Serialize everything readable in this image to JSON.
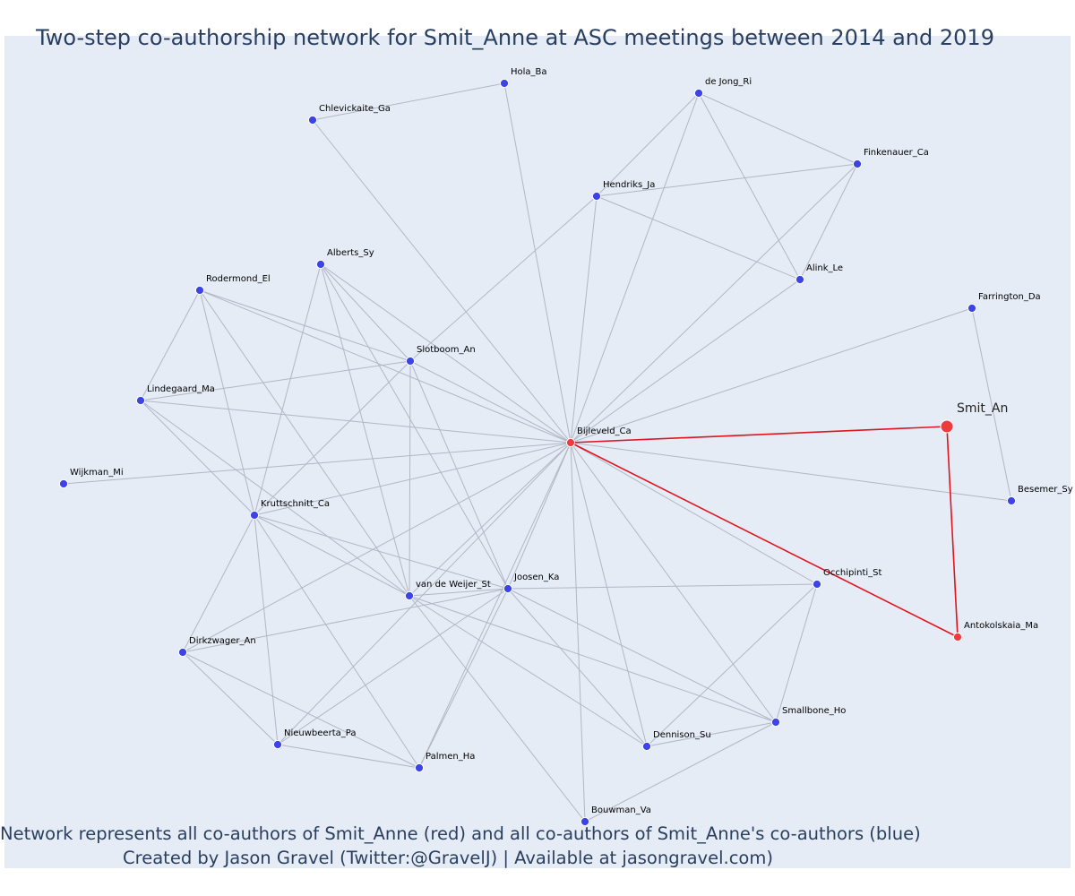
{
  "title": "Two-step co-authorship network for Smit_Anne at ASC meetings between 2014 and 2019",
  "caption": {
    "line1": "Network represents all co-authors of Smit_Anne (red) and all co-authors of Smit_Anne's co-authors (blue)",
    "line2": "Created by Jason Gravel (Twitter:@GravelJ) | Available at jasongravel.com)"
  },
  "colors": {
    "background": "#e5ecf6",
    "edge": "#b3b6c4",
    "ego_edge": "#e0141e",
    "first_degree_node": "#ef3b3b",
    "second_degree_node": "#3c44e6",
    "title_text": "#2a3f5f"
  },
  "nodes": [
    {
      "id": "Hola_Ba",
      "group": "second"
    },
    {
      "id": "de Jong_Ri",
      "group": "second"
    },
    {
      "id": "Chlevickaite_Ga",
      "group": "second"
    },
    {
      "id": "Finkenauer_Ca",
      "group": "second"
    },
    {
      "id": "Hendriks_Ja",
      "group": "second"
    },
    {
      "id": "Alberts_Sy",
      "group": "second"
    },
    {
      "id": "Alink_Le",
      "group": "second"
    },
    {
      "id": "Rodermond_El",
      "group": "second"
    },
    {
      "id": "Farrington_Da",
      "group": "second"
    },
    {
      "id": "Slotboom_An",
      "group": "second"
    },
    {
      "id": "Lindegaard_Ma",
      "group": "second"
    },
    {
      "id": "Smit_An",
      "group": "ego"
    },
    {
      "id": "Bijleveld_Ca",
      "group": "first"
    },
    {
      "id": "Wijkman_Mi",
      "group": "second"
    },
    {
      "id": "Besemer_Sy",
      "group": "second"
    },
    {
      "id": "Kruttschnitt_Ca",
      "group": "second"
    },
    {
      "id": "Occhipinti_St",
      "group": "second"
    },
    {
      "id": "Joosen_Ka",
      "group": "second"
    },
    {
      "id": "van de Weijer_St",
      "group": "second"
    },
    {
      "id": "Antokolskaia_Ma",
      "group": "first"
    },
    {
      "id": "Dirkzwager_An",
      "group": "second"
    },
    {
      "id": "Smallbone_Ho",
      "group": "second"
    },
    {
      "id": "Nieuwbeerta_Pa",
      "group": "second"
    },
    {
      "id": "Dennison_Su",
      "group": "second"
    },
    {
      "id": "Palmen_Ha",
      "group": "second"
    },
    {
      "id": "Bouwman_Va",
      "group": "second"
    }
  ],
  "ego_edges": [
    [
      "Smit_An",
      "Bijleveld_Ca"
    ],
    [
      "Smit_An",
      "Antokolskaia_Ma"
    ],
    [
      "Bijleveld_Ca",
      "Antokolskaia_Ma"
    ]
  ],
  "edges": [
    [
      "Hola_Ba",
      "Chlevickaite_Ga"
    ],
    [
      "Hola_Ba",
      "Bijleveld_Ca"
    ],
    [
      "Chlevickaite_Ga",
      "Bijleveld_Ca"
    ],
    [
      "de Jong_Ri",
      "Hendriks_Ja"
    ],
    [
      "de Jong_Ri",
      "Finkenauer_Ca"
    ],
    [
      "de Jong_Ri",
      "Alink_Le"
    ],
    [
      "de Jong_Ri",
      "Bijleveld_Ca"
    ],
    [
      "Hendriks_Ja",
      "Finkenauer_Ca"
    ],
    [
      "Hendriks_Ja",
      "Alink_Le"
    ],
    [
      "Hendriks_Ja",
      "Bijleveld_Ca"
    ],
    [
      "Hendriks_Ja",
      "Slotboom_An"
    ],
    [
      "Finkenauer_Ca",
      "Alink_Le"
    ],
    [
      "Finkenauer_Ca",
      "Bijleveld_Ca"
    ],
    [
      "Alink_Le",
      "Bijleveld_Ca"
    ],
    [
      "Farrington_Da",
      "Bijleveld_Ca"
    ],
    [
      "Farrington_Da",
      "Besemer_Sy"
    ],
    [
      "Besemer_Sy",
      "Bijleveld_Ca"
    ],
    [
      "Alberts_Sy",
      "Slotboom_An"
    ],
    [
      "Alberts_Sy",
      "Bijleveld_Ca"
    ],
    [
      "Alberts_Sy",
      "Kruttschnitt_Ca"
    ],
    [
      "Alberts_Sy",
      "van de Weijer_St"
    ],
    [
      "Alberts_Sy",
      "Joosen_Ka"
    ],
    [
      "Rodermond_El",
      "Slotboom_An"
    ],
    [
      "Rodermond_El",
      "Bijleveld_Ca"
    ],
    [
      "Rodermond_El",
      "Lindegaard_Ma"
    ],
    [
      "Rodermond_El",
      "Kruttschnitt_Ca"
    ],
    [
      "Rodermond_El",
      "van de Weijer_St"
    ],
    [
      "Slotboom_An",
      "Bijleveld_Ca"
    ],
    [
      "Slotboom_An",
      "Lindegaard_Ma"
    ],
    [
      "Slotboom_An",
      "Kruttschnitt_Ca"
    ],
    [
      "Slotboom_An",
      "van de Weijer_St"
    ],
    [
      "Slotboom_An",
      "Joosen_Ka"
    ],
    [
      "Lindegaard_Ma",
      "Bijleveld_Ca"
    ],
    [
      "Lindegaard_Ma",
      "Kruttschnitt_Ca"
    ],
    [
      "Lindegaard_Ma",
      "van de Weijer_St"
    ],
    [
      "Wijkman_Mi",
      "Bijleveld_Ca"
    ],
    [
      "Kruttschnitt_Ca",
      "Bijleveld_Ca"
    ],
    [
      "Kruttschnitt_Ca",
      "van de Weijer_St"
    ],
    [
      "Kruttschnitt_Ca",
      "Joosen_Ka"
    ],
    [
      "Kruttschnitt_Ca",
      "Dirkzwager_An"
    ],
    [
      "Kruttschnitt_Ca",
      "Nieuwbeerta_Pa"
    ],
    [
      "Kruttschnitt_Ca",
      "Palmen_Ha"
    ],
    [
      "van de Weijer_St",
      "Bijleveld_Ca"
    ],
    [
      "van de Weijer_St",
      "Joosen_Ka"
    ],
    [
      "van de Weijer_St",
      "Dennison_Su"
    ],
    [
      "van de Weijer_St",
      "Smallbone_Ho"
    ],
    [
      "van de Weijer_St",
      "Bouwman_Va"
    ],
    [
      "Joosen_Ka",
      "Bijleveld_Ca"
    ],
    [
      "Joosen_Ka",
      "Occhipinti_St"
    ],
    [
      "Joosen_Ka",
      "Dirkzwager_An"
    ],
    [
      "Joosen_Ka",
      "Nieuwbeerta_Pa"
    ],
    [
      "Joosen_Ka",
      "Palmen_Ha"
    ],
    [
      "Joosen_Ka",
      "Dennison_Su"
    ],
    [
      "Joosen_Ka",
      "Smallbone_Ho"
    ],
    [
      "Occhipinti_St",
      "Bijleveld_Ca"
    ],
    [
      "Occhipinti_St",
      "Smallbone_Ho"
    ],
    [
      "Occhipinti_St",
      "Dennison_Su"
    ],
    [
      "Dirkzwager_An",
      "Bijleveld_Ca"
    ],
    [
      "Dirkzwager_An",
      "Nieuwbeerta_Pa"
    ],
    [
      "Dirkzwager_An",
      "Palmen_Ha"
    ],
    [
      "Nieuwbeerta_Pa",
      "Bijleveld_Ca"
    ],
    [
      "Nieuwbeerta_Pa",
      "Palmen_Ha"
    ],
    [
      "Palmen_Ha",
      "Bijleveld_Ca"
    ],
    [
      "Dennison_Su",
      "Bijleveld_Ca"
    ],
    [
      "Dennison_Su",
      "Smallbone_Ho"
    ],
    [
      "Smallbone_Ho",
      "Bijleveld_Ca"
    ],
    [
      "Smallbone_Ho",
      "Bouwman_Va"
    ],
    [
      "Bouwman_Va",
      "Bijleveld_Ca"
    ]
  ]
}
